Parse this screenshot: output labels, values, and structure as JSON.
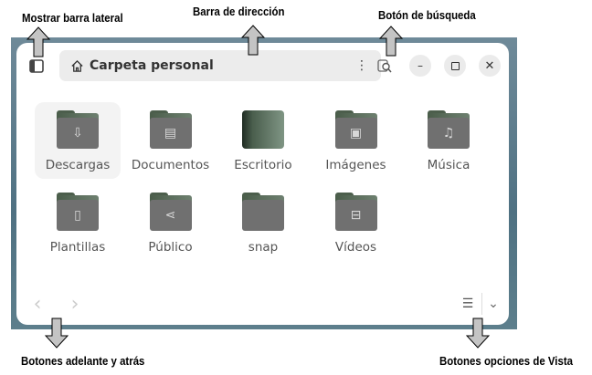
{
  "annotations": {
    "sidebar": "Mostrar barra lateral",
    "address_bar": "Barra de dirección",
    "search": "Botón de búsqueda",
    "nav": "Botones adelante y atrás",
    "view": "Botones opciones de Vista"
  },
  "header": {
    "location": "Carpeta personal",
    "icons": [
      "sidebar-toggle-icon",
      "home-icon",
      "kebab-menu-icon",
      "search-icon",
      "minimize-icon",
      "maximize-icon",
      "close-icon"
    ]
  },
  "folders": [
    {
      "label": "Descargas",
      "glyph": "⇩",
      "selected": true
    },
    {
      "label": "Documentos",
      "glyph": "▤"
    },
    {
      "label": "Escritorio",
      "glyph": ""
    },
    {
      "label": "Imágenes",
      "glyph": "▣"
    },
    {
      "label": "Música",
      "glyph": "♫"
    },
    {
      "label": "Plantillas",
      "glyph": "▯"
    },
    {
      "label": "Público",
      "glyph": "⋖"
    },
    {
      "label": "snap",
      "glyph": ""
    },
    {
      "label": "Vídeos",
      "glyph": "⊟"
    }
  ],
  "footer": {
    "back": "‹",
    "forward": "›",
    "view_list": "☰",
    "view_menu": "⌄"
  }
}
